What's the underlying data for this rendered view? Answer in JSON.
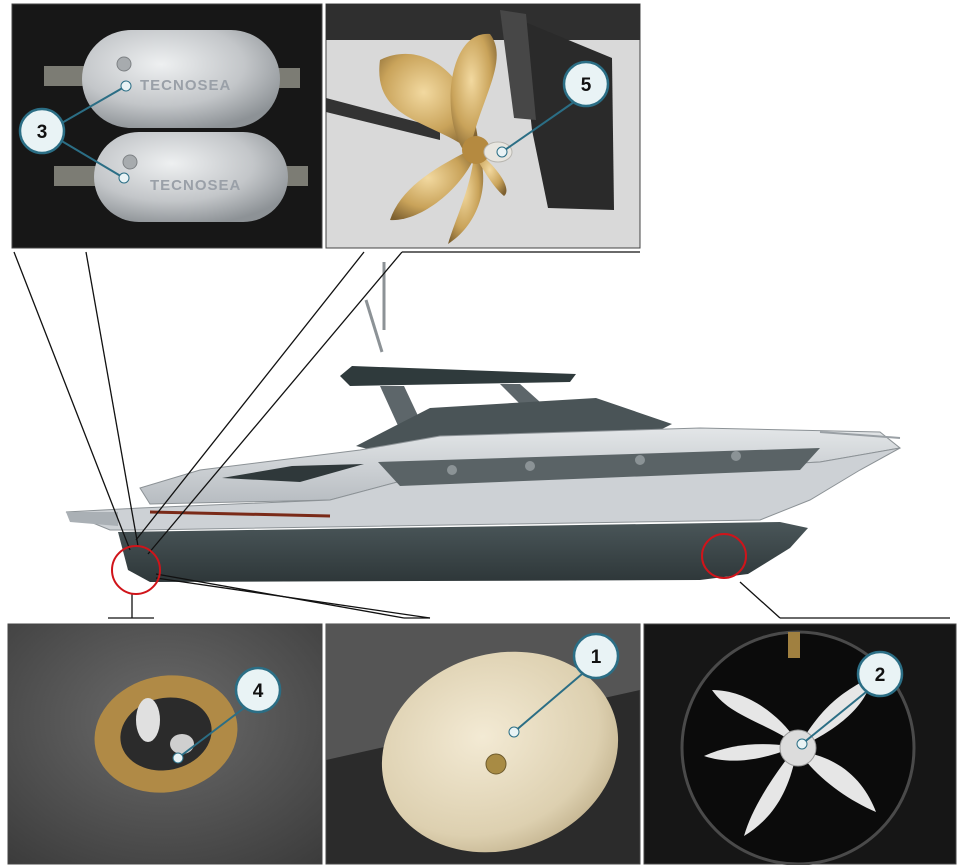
{
  "figure": {
    "description_labels": [],
    "anode_stamp_text": "TECNOSEA",
    "callouts": [
      {
        "id": "anode-callout-3",
        "number": "3"
      },
      {
        "id": "shaft-anode-callout-5",
        "number": "5"
      },
      {
        "id": "trim-anode-callout-4",
        "number": "4"
      },
      {
        "id": "hull-plate-callout-1",
        "number": "1"
      },
      {
        "id": "thruster-anode-callout-2",
        "number": "2"
      }
    ]
  },
  "colors": {
    "callout_fill": "#e9f3f5",
    "callout_stroke": "#2b6e85",
    "leader_line": "#111111",
    "highlight_circle": "#d0141a",
    "hull_bottom": "#3c474a",
    "hull_topside": "#c8ccd0",
    "propeller_bronze": "#c9a35a",
    "anode_zinc": "#c3c6c9",
    "photo_dark_bg": "#1b1b1b"
  }
}
